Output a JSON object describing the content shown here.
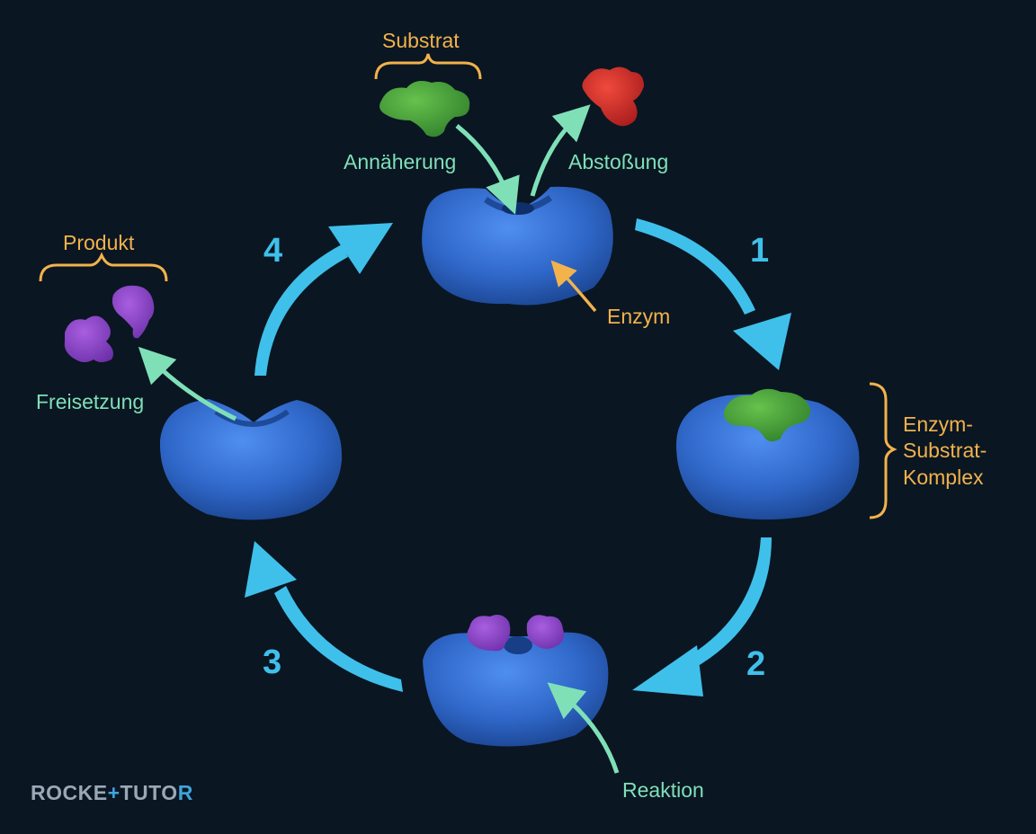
{
  "labels": {
    "substrat": "Substrat",
    "annaeherung": "Annäherung",
    "abstossung": "Abstoßung",
    "enzym": "Enzym",
    "produkt": "Produkt",
    "freisetzung": "Freisetzung",
    "komplex_line1": "Enzym-",
    "komplex_line2": "Substrat-",
    "komplex_line3": "Komplex",
    "reaktion": "Reaktion"
  },
  "steps": [
    "1",
    "2",
    "3",
    "4"
  ],
  "brand": {
    "part1": "ROCKE",
    "plus": "+",
    "part2": "TUTO",
    "r": "R"
  },
  "colors": {
    "background": "#0a1622",
    "enzyme": "#2f67c8",
    "substrate": "#3f9a36",
    "rejected": "#d8322a",
    "product": "#8a44c6",
    "cycle_arrow": "#3fc0ea",
    "pointer_arrow": "#7fe0b8",
    "label_orange": "#f2b24c",
    "label_green": "#7fe0b8"
  }
}
